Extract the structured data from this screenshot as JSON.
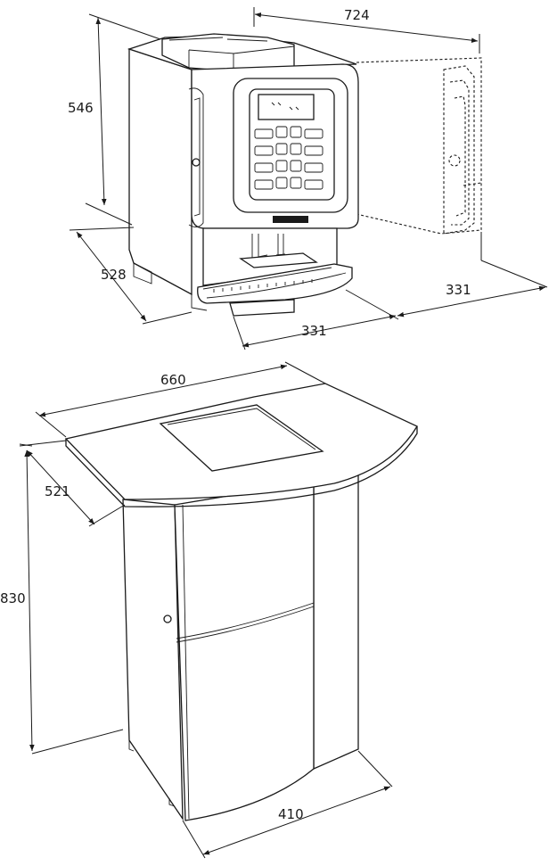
{
  "dimensions": {
    "machine_width": "724",
    "machine_height": "546",
    "machine_depth": "528",
    "front_width": "331",
    "side_width": "331",
    "stand_top_width": "660",
    "stand_top_depth": "521",
    "stand_height": "830",
    "stand_base_width": "410"
  },
  "colors": {
    "line": "#1a1a1a",
    "background": "#ffffff"
  }
}
